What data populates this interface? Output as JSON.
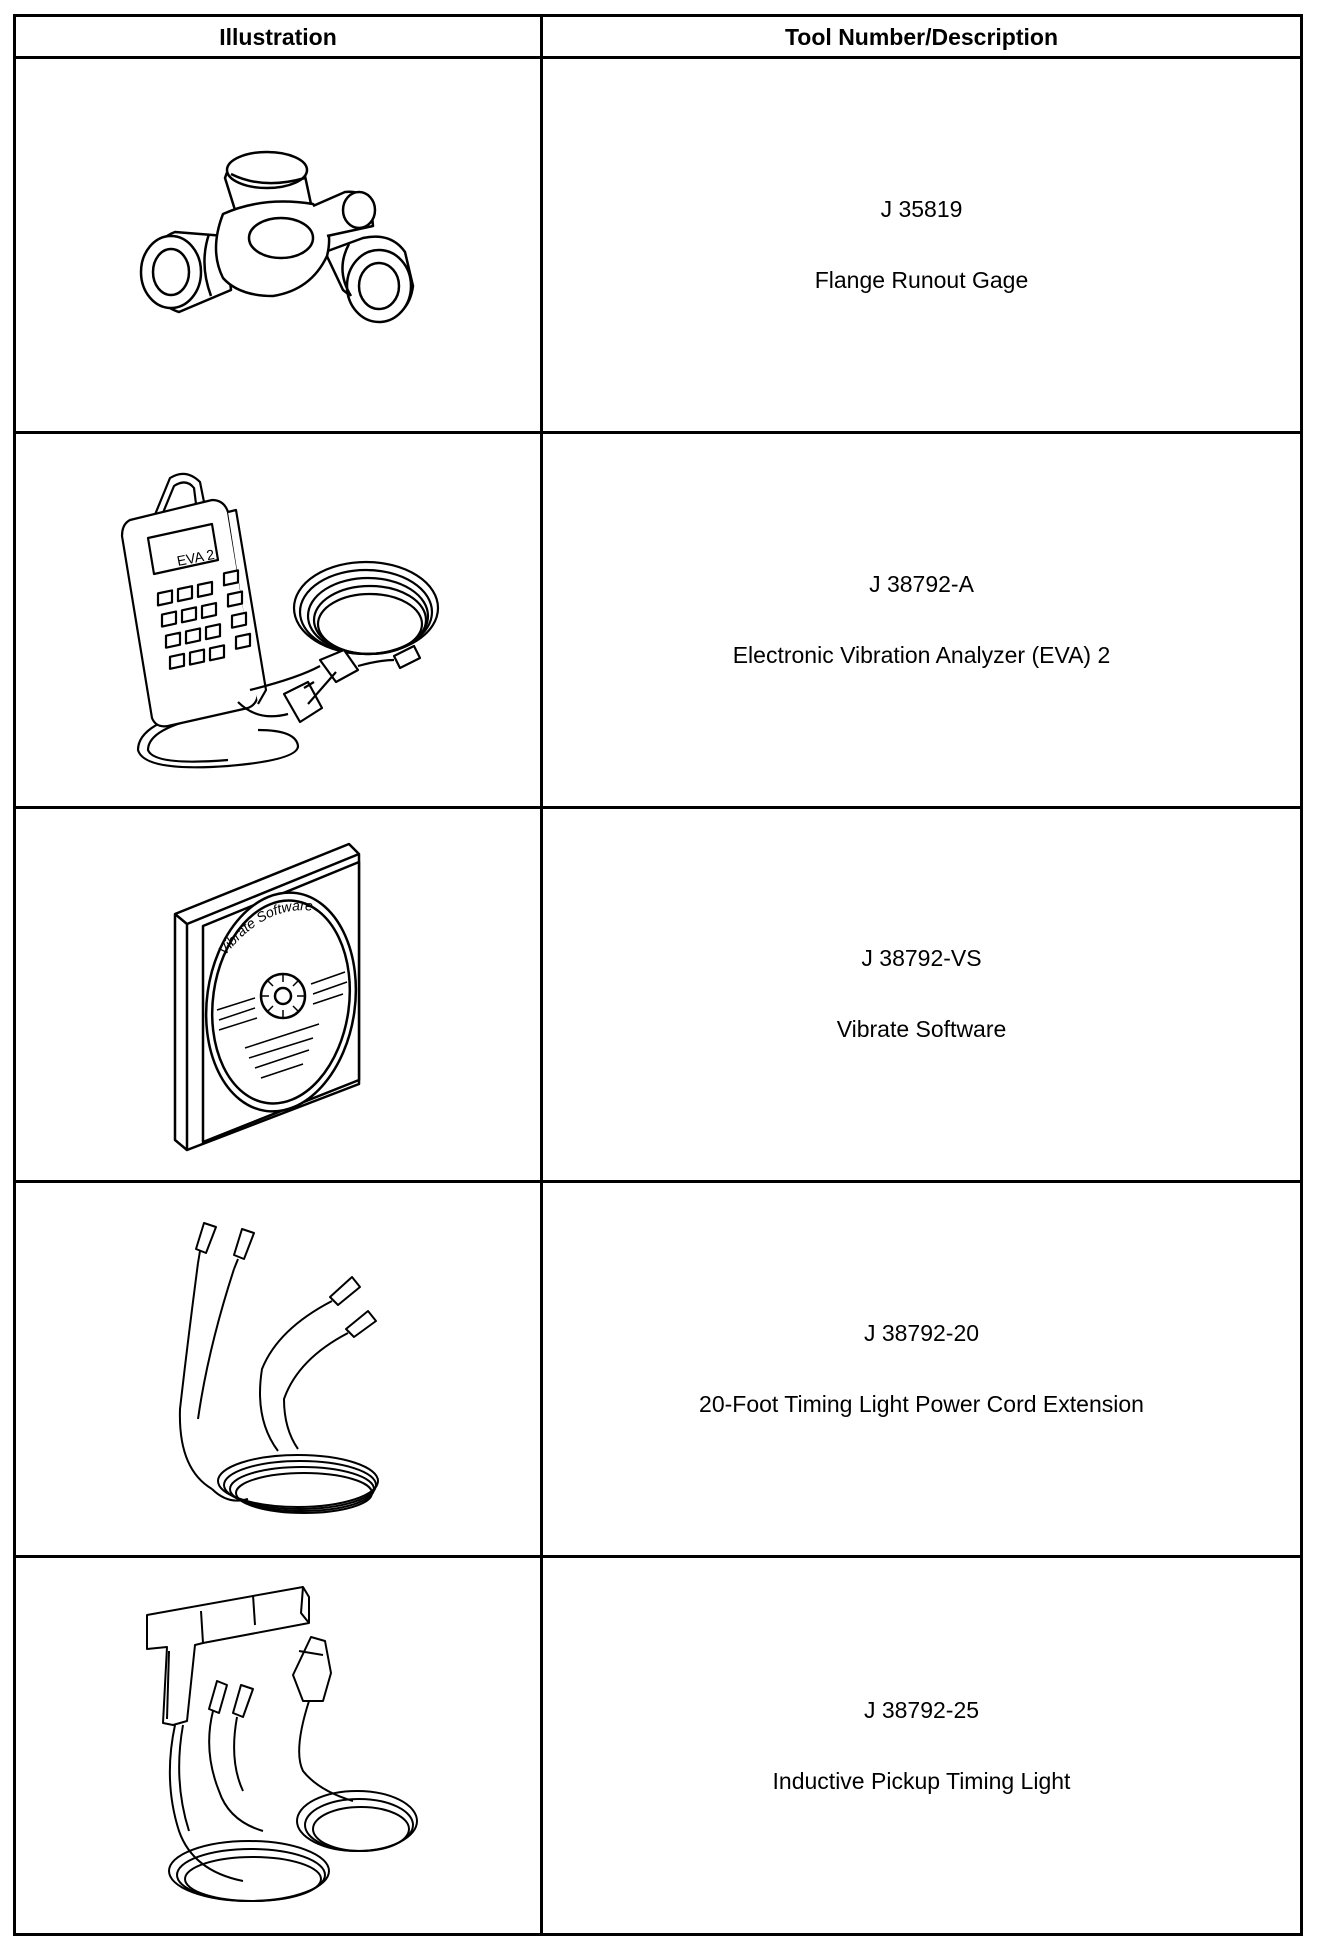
{
  "table": {
    "headers": {
      "illustration": "Illustration",
      "tool": "Tool Number/Description"
    },
    "rows": [
      {
        "tool_number": "J 35819",
        "description": "Flange Runout Gage",
        "icon": "universal-joint-icon"
      },
      {
        "tool_number": "J 38792-A",
        "description": "Electronic Vibration Analyzer (EVA) 2",
        "icon": "vibration-analyzer-icon",
        "device_screen_text": "EVA 2"
      },
      {
        "tool_number": "J 38792-VS",
        "description": "Vibrate Software",
        "icon": "software-cd-icon",
        "cd_label": "Vibrate Software"
      },
      {
        "tool_number": "J 38792-20",
        "description": "20-Foot Timing Light Power Cord Extension",
        "icon": "power-cord-extension-icon"
      },
      {
        "tool_number": "J 38792-25",
        "description": "Inductive Pickup Timing Light",
        "icon": "timing-light-icon"
      }
    ]
  },
  "colors": {
    "line": "#000000",
    "background": "#ffffff"
  }
}
